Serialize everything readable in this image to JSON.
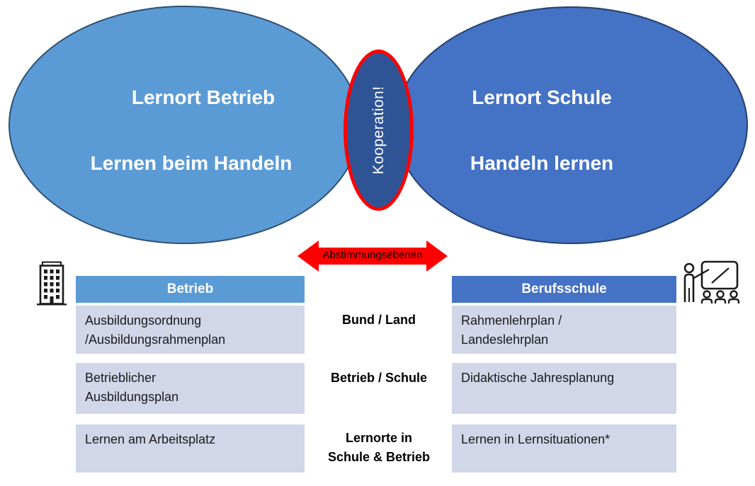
{
  "venn": {
    "left_ellipse": {
      "title": "Lernort Betrieb",
      "subtitle": "Lernen beim Handeln",
      "fill": "#5B9BD5"
    },
    "right_ellipse": {
      "title": "Lernort Schule",
      "subtitle": "Handeln lernen",
      "fill": "#4472C4"
    },
    "overlap": {
      "label": "Kooperation!",
      "fill": "#2F5496",
      "border_color": "#FF0000"
    }
  },
  "arrow": {
    "label": "Abstimmungsebenen",
    "color": "#FF0000",
    "text_color": "#000000"
  },
  "table": {
    "cell_color": "#D1D7E9",
    "left_column": {
      "header": "Betrieb",
      "header_color": "#5B9BD5",
      "rows": [
        "Ausbildungsordnung\n/Ausbildungsrahmenplan",
        "Betrieblicher\nAusbildungsplan",
        "Lernen am Arbeitsplatz"
      ]
    },
    "middle_column": {
      "rows": [
        "Bund / Land",
        "Betrieb / Schule",
        "Lernorte in\nSchule & Betrieb"
      ]
    },
    "right_column": {
      "header": "Berufsschule",
      "header_color": "#4472C4",
      "rows": [
        "Rahmenlehrplan /\nLandeslehrplan",
        "Didaktische Jahresplanung",
        "Lernen in Lernsituationen*"
      ]
    }
  },
  "icons": {
    "left": "office-building-icon",
    "right": "teacher-presentation-icon"
  }
}
